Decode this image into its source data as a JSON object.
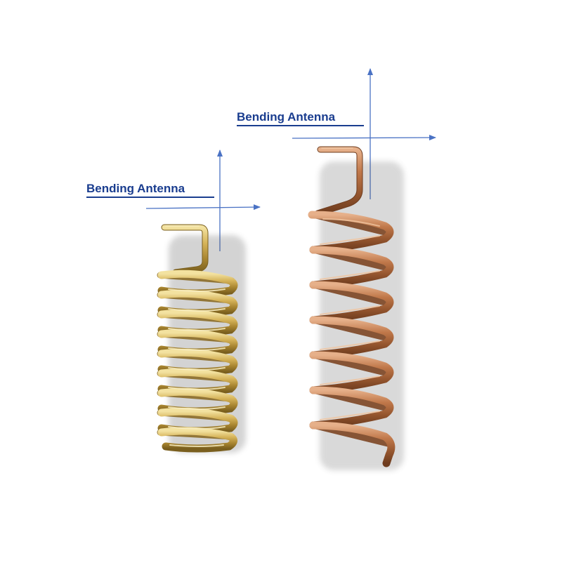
{
  "image": {
    "description": "Product photo of two helical spring antennas with annotation labels",
    "background": "#ffffff"
  },
  "annotations": [
    {
      "id": "left",
      "label": "Bending Antenna",
      "color": "#1a3d8f",
      "arrow_color": "#4a72c4"
    },
    {
      "id": "right",
      "label": "Bending Antenna",
      "color": "#1a3d8f",
      "arrow_color": "#4a72c4"
    }
  ],
  "antennas": [
    {
      "id": "gold-coil",
      "material": "brass",
      "color": "#c9a54a",
      "turns": 9
    },
    {
      "id": "copper-coil",
      "material": "copper",
      "color": "#b0693f",
      "turns": 7
    }
  ]
}
